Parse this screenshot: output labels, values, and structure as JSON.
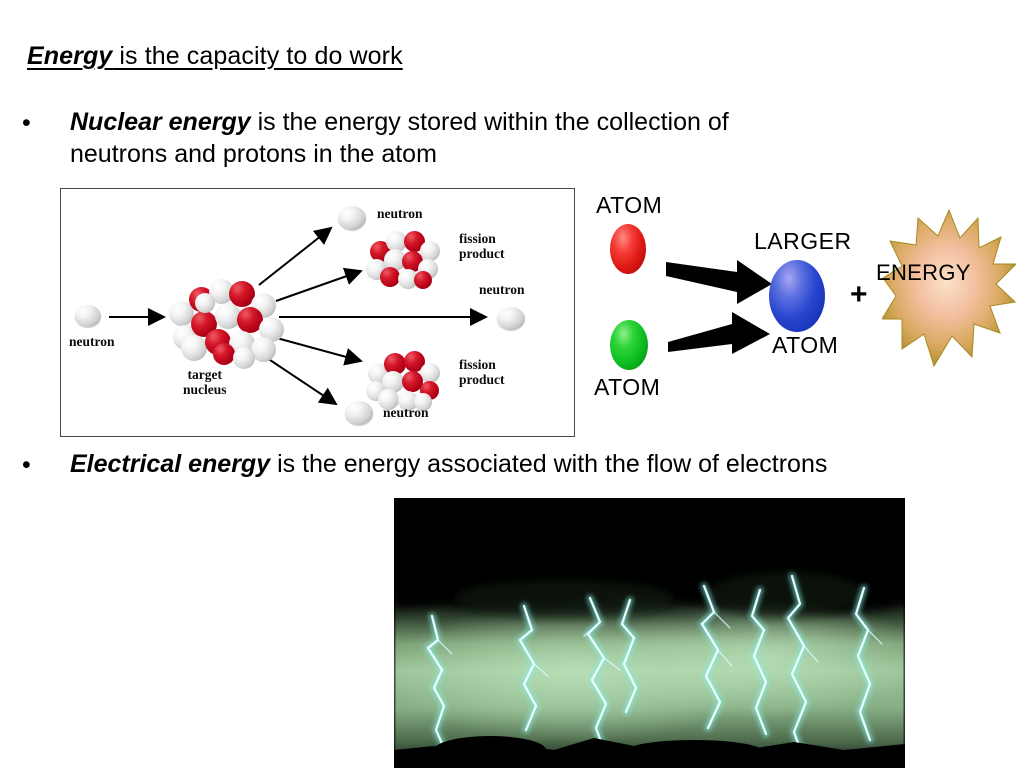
{
  "slide": {
    "title": {
      "keyword": "Energy",
      "rest": " is the capacity to do work"
    },
    "bullets": [
      {
        "marker": "•",
        "keyword": "Nuclear energy",
        "rest": " is the energy stored within the collection of neutrons and protons in the atom"
      },
      {
        "marker": "•",
        "keyword": "Electrical energy",
        "rest": " is the energy associated with the flow of electrons"
      }
    ]
  },
  "fission_diagram": {
    "labels": {
      "incoming_neutron": "neutron",
      "target_nucleus_line1": "target",
      "target_nucleus_line2": "nucleus",
      "top_neutron": "neutron",
      "middle_neutron": "neutron",
      "bottom_neutron": "neutron",
      "top_product_line1": "fission",
      "top_product_line2": "product",
      "bottom_product_line1": "fission",
      "bottom_product_line2": "product"
    },
    "colors": {
      "proton_red": "#b10018",
      "neutron_white": "#d6d6d6",
      "border": "#4a4a4a",
      "arrow": "#000000"
    }
  },
  "fusion_diagram": {
    "labels": {
      "atom_top": "ATOM",
      "atom_bottom": "ATOM",
      "larger": "LARGER",
      "result_atom": "ATOM",
      "plus": "+",
      "energy": "ENERGY"
    },
    "colors": {
      "atom_top": "#e11b16",
      "atom_bottom": "#0dbf21",
      "result_atom": "#2a46cf",
      "burst_outer": "#a68a23",
      "burst_inner": "#f3bfa0",
      "arrow": "#000000"
    }
  },
  "lightning_photo": {
    "alt": "lightning storm photograph",
    "colors": {
      "cloud": "#050505",
      "sky_glow": "#9dc49a",
      "bolt": "#d9fbff",
      "ground": "#000000"
    },
    "bolt_count": 8
  }
}
